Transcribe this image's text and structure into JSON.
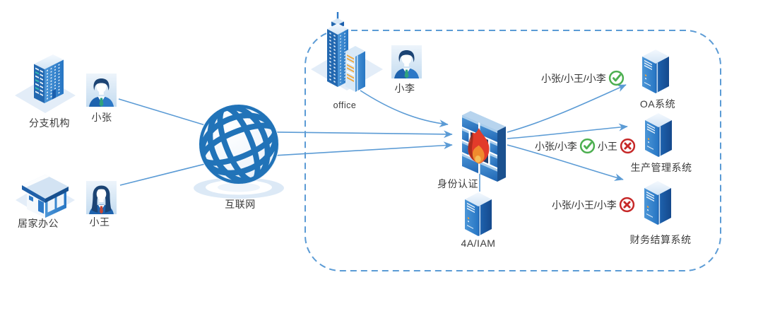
{
  "diagram": {
    "left": {
      "branch_label": "分支机构",
      "user_zhang": "小张",
      "home_label": "居家办公",
      "user_wang": "小王"
    },
    "internet_label": "互联网",
    "zone": {
      "office_label": "office",
      "user_li": "小李",
      "firewall_label": "身份认证",
      "iam_label": "4A/IAM",
      "systems": [
        {
          "name": "OA系统",
          "access_users": "小张/小王/小李",
          "access_result": "allowed"
        },
        {
          "name": "生产管理系统",
          "allowed_users": "小张/小李",
          "denied_users": "小王"
        },
        {
          "name": "财务结算系统",
          "access_users": "小张/小王/小李",
          "access_result": "denied"
        }
      ]
    },
    "colors": {
      "line": "#5B9BD5",
      "allowed": "#4CAF50",
      "denied": "#C62828"
    }
  }
}
